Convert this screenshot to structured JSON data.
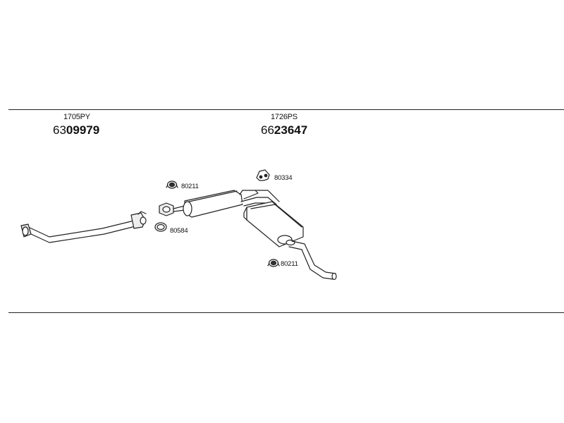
{
  "sections": [
    {
      "code": "1705PY",
      "part_prefix": "63",
      "part_main": "09979"
    },
    {
      "code": "1726PS",
      "part_prefix": "66",
      "part_main": "23647"
    }
  ],
  "fittings": [
    {
      "label": "80211"
    },
    {
      "label": "80584"
    },
    {
      "label": "80334"
    },
    {
      "label": "80211"
    }
  ]
}
